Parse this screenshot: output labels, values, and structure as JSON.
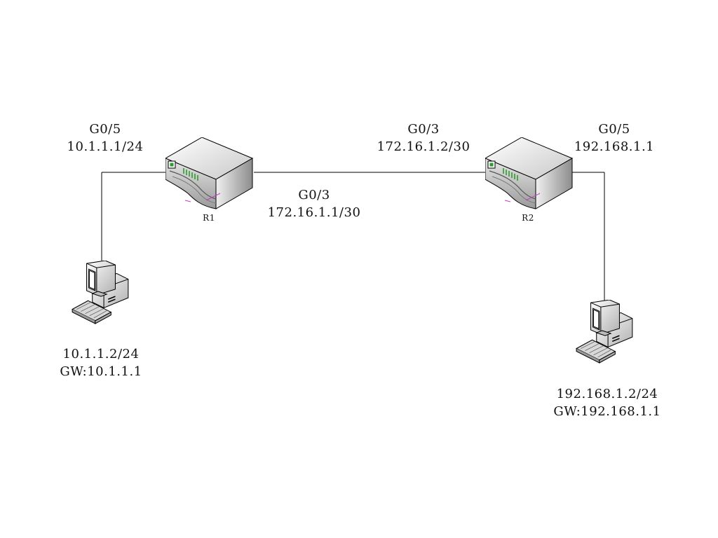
{
  "devices": {
    "r1": {
      "name": "R1"
    },
    "r2": {
      "name": "R2"
    }
  },
  "interfaces": {
    "r1_g05": {
      "port": "G0/5",
      "ip": "10.1.1.1/24"
    },
    "r1_g03": {
      "port": "G0/3",
      "ip": "172.16.1.1/30"
    },
    "r2_g03": {
      "port": "G0/3",
      "ip": "172.16.1.2/30"
    },
    "r2_g05": {
      "port": "G0/5",
      "ip": "192.168.1.1"
    }
  },
  "hosts": {
    "pc1": {
      "ip": "10.1.1.2/24",
      "gateway": "GW:10.1.1.1"
    },
    "pc2": {
      "ip": "192.168.1.2/24",
      "gateway": "GW:192.168.1.1"
    }
  },
  "colors": {
    "line": "#000000",
    "led": "#2e9b2e",
    "accent": "#c040c0"
  },
  "icons": {
    "router": "router-icon",
    "pc": "desktop-computer-icon"
  }
}
